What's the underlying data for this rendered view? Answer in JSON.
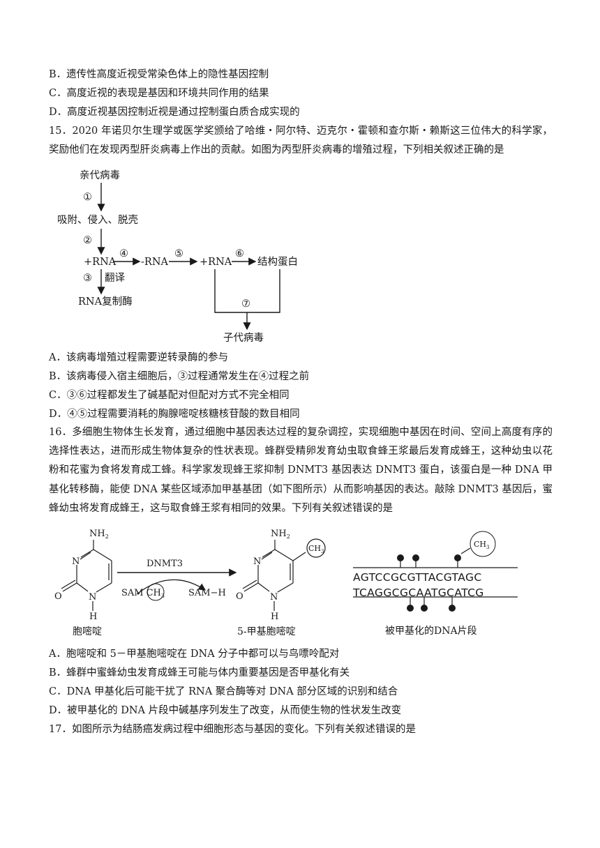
{
  "q14_options": [
    "B．遗传性高度近视受常染色体上的隐性基因控制",
    "C．高度近视的表现是基因和环境共同作用的结果",
    "D．高度近视基因控制近视是通过控制蛋白质合成实现的"
  ],
  "q15": {
    "stem": "15．2020 年诺贝尔生理学或医学奖颁给了哈维・阿尔特、迈克尔・霍顿和查尔斯・赖斯这三位伟大的科学家，奖励他们在发现丙型肝炎病毒上作出的贡献。如图为丙型肝炎病毒的增殖过程，下列相关叙述正确的是",
    "diagram": {
      "parent_virus": "亲代病毒",
      "step1": "①",
      "adsorb": "吸附、侵入、脱壳",
      "step2": "②",
      "plus_rna": "+RNA",
      "step4": "④",
      "minus_rna": "-RNA",
      "step5": "⑤",
      "plus_rna2": "+RNA",
      "step6": "⑥",
      "structural_protein": "结构蛋白",
      "step3": "③",
      "translate": "翻译",
      "rna_replicase": "RNA复制酶",
      "step7": "⑦",
      "offspring_virus": "子代病毒"
    },
    "options": [
      "A．该病毒增殖过程需要逆转录酶的参与",
      "B．该病毒侵入宿主细胞后，③过程通常发生在④过程之前",
      "C．③⑥过程都发生了碱基配对但配对方式不完全相同",
      "D．④⑤过程需要消耗的胸腺嘧啶核糖核苷酸的数目相同"
    ]
  },
  "q16": {
    "stem": "16．多细胞生物体生长发育，通过细胞中基因表达过程的复杂调控，实现细胞中基因在时间、空间上高度有序的选择性表达，进而形成生物体复杂的性状表现。蜂群受精卵发育幼虫取食蜂王浆最后发育成蜂王，这种幼虫以花粉和花蜜为食将发育成工蜂。科学家发现蜂王浆抑制 DNMT3 基因表达 DNMT3 蛋白，该蛋白是一种 DNA 甲基化转移酶，能使 DNA 某些区域添加甲基基团（如下图所示）从而影响基因的表达。敲除 DNMT3 基因后，蜜蜂幼虫将发育成蜂王，这与取食蜂王浆有相同的效果。下列有关叙述错误的是",
    "figure": {
      "nh2": "NH",
      "nh2_sub": "2",
      "n": "N",
      "o": "O",
      "h": "H",
      "enzyme": "DNMT3",
      "sam": "SAM",
      "ch3": "CH",
      "ch3_sub": "3",
      "sam_h": "SAM−H",
      "cytosine": "胞嘧啶",
      "methylcytosine": "5-甲基胞嘧啶",
      "strand_top": "AGTCCGCGTTACGTAGC",
      "strand_bottom": "TCAGGCGCAATGCATCG",
      "dna_caption": "被甲基化的DNA片段"
    },
    "options": [
      "A．胞嘧啶和 5－甲基胞嘧啶在 DNA 分子中都可以与鸟嘌呤配对",
      "B．蜂群中蜜蜂幼虫发育成蜂王可能与体内重要基因是否甲基化有关",
      "C．DNA 甲基化后可能干扰了 RNA 聚合酶等对 DNA 部分区域的识别和结合",
      "D．被甲基化的 DNA 片段中碱基序列发生了改变，从而使生物的性状发生改变"
    ]
  },
  "q17": {
    "stem": "17．如图所示为结肠癌发病过程中细胞形态与基因的变化。下列有关叙述错误的是"
  }
}
